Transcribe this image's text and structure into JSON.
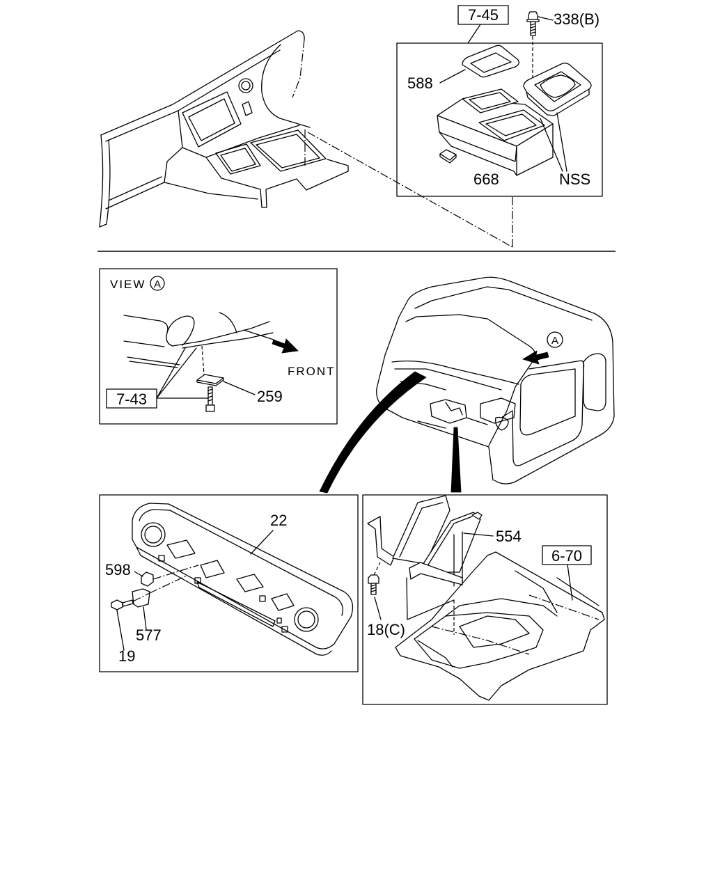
{
  "top_console": {
    "ref_box": "7-45",
    "bolt_label": "338(B)",
    "tray_label": "588",
    "pad_label": "668",
    "nss_label": "NSS"
  },
  "view_a": {
    "title": "VIEW",
    "marker": "A",
    "direction": "FRONT",
    "ref_box": "7-43",
    "bracket_label": "259"
  },
  "cab": {
    "marker": "A"
  },
  "dash_panel": {
    "panel_label": "22",
    "clip_label": "598",
    "bracket_label": "577",
    "screw_label": "19"
  },
  "floor": {
    "bracket_label": "554",
    "ref_box": "6-70",
    "bolt_label": "18(C)"
  },
  "colors": {
    "line": "#000000",
    "background": "#ffffff"
  }
}
